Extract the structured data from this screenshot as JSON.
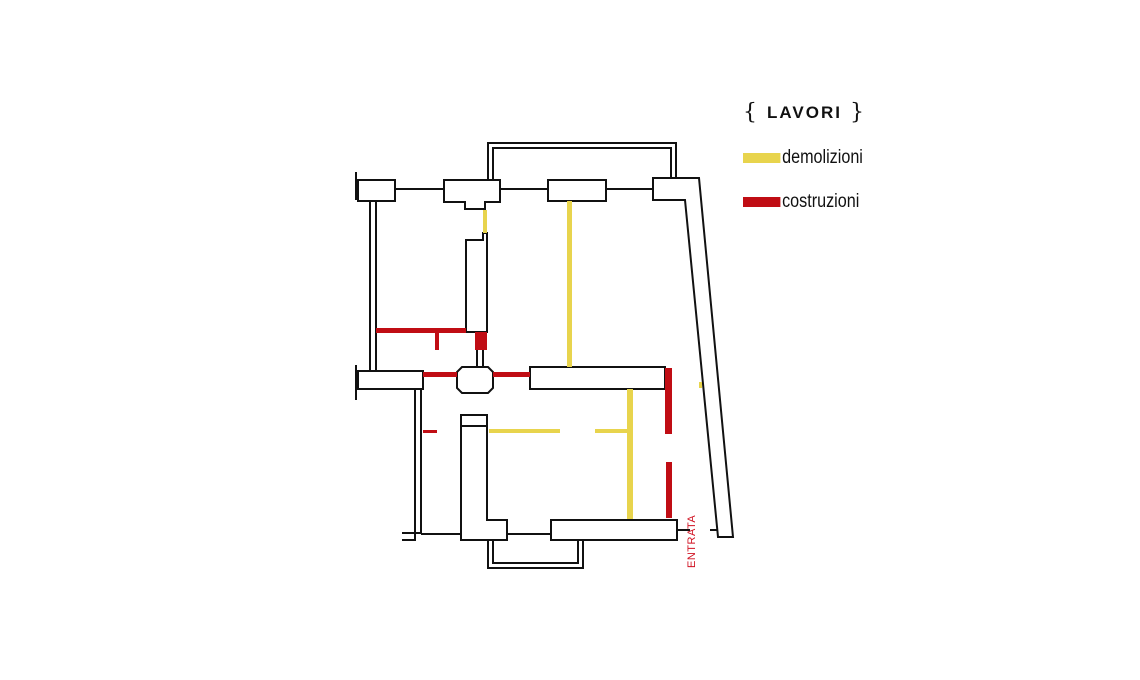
{
  "legend": {
    "title": "LAVORI",
    "brace_open": "{",
    "brace_close": "}",
    "items": [
      {
        "label": "demolizioni",
        "color": "#e8d44d"
      },
      {
        "label": "costruzioni",
        "color": "#c00d14"
      }
    ]
  },
  "plan": {
    "entrance_label": "ENTRATA"
  }
}
